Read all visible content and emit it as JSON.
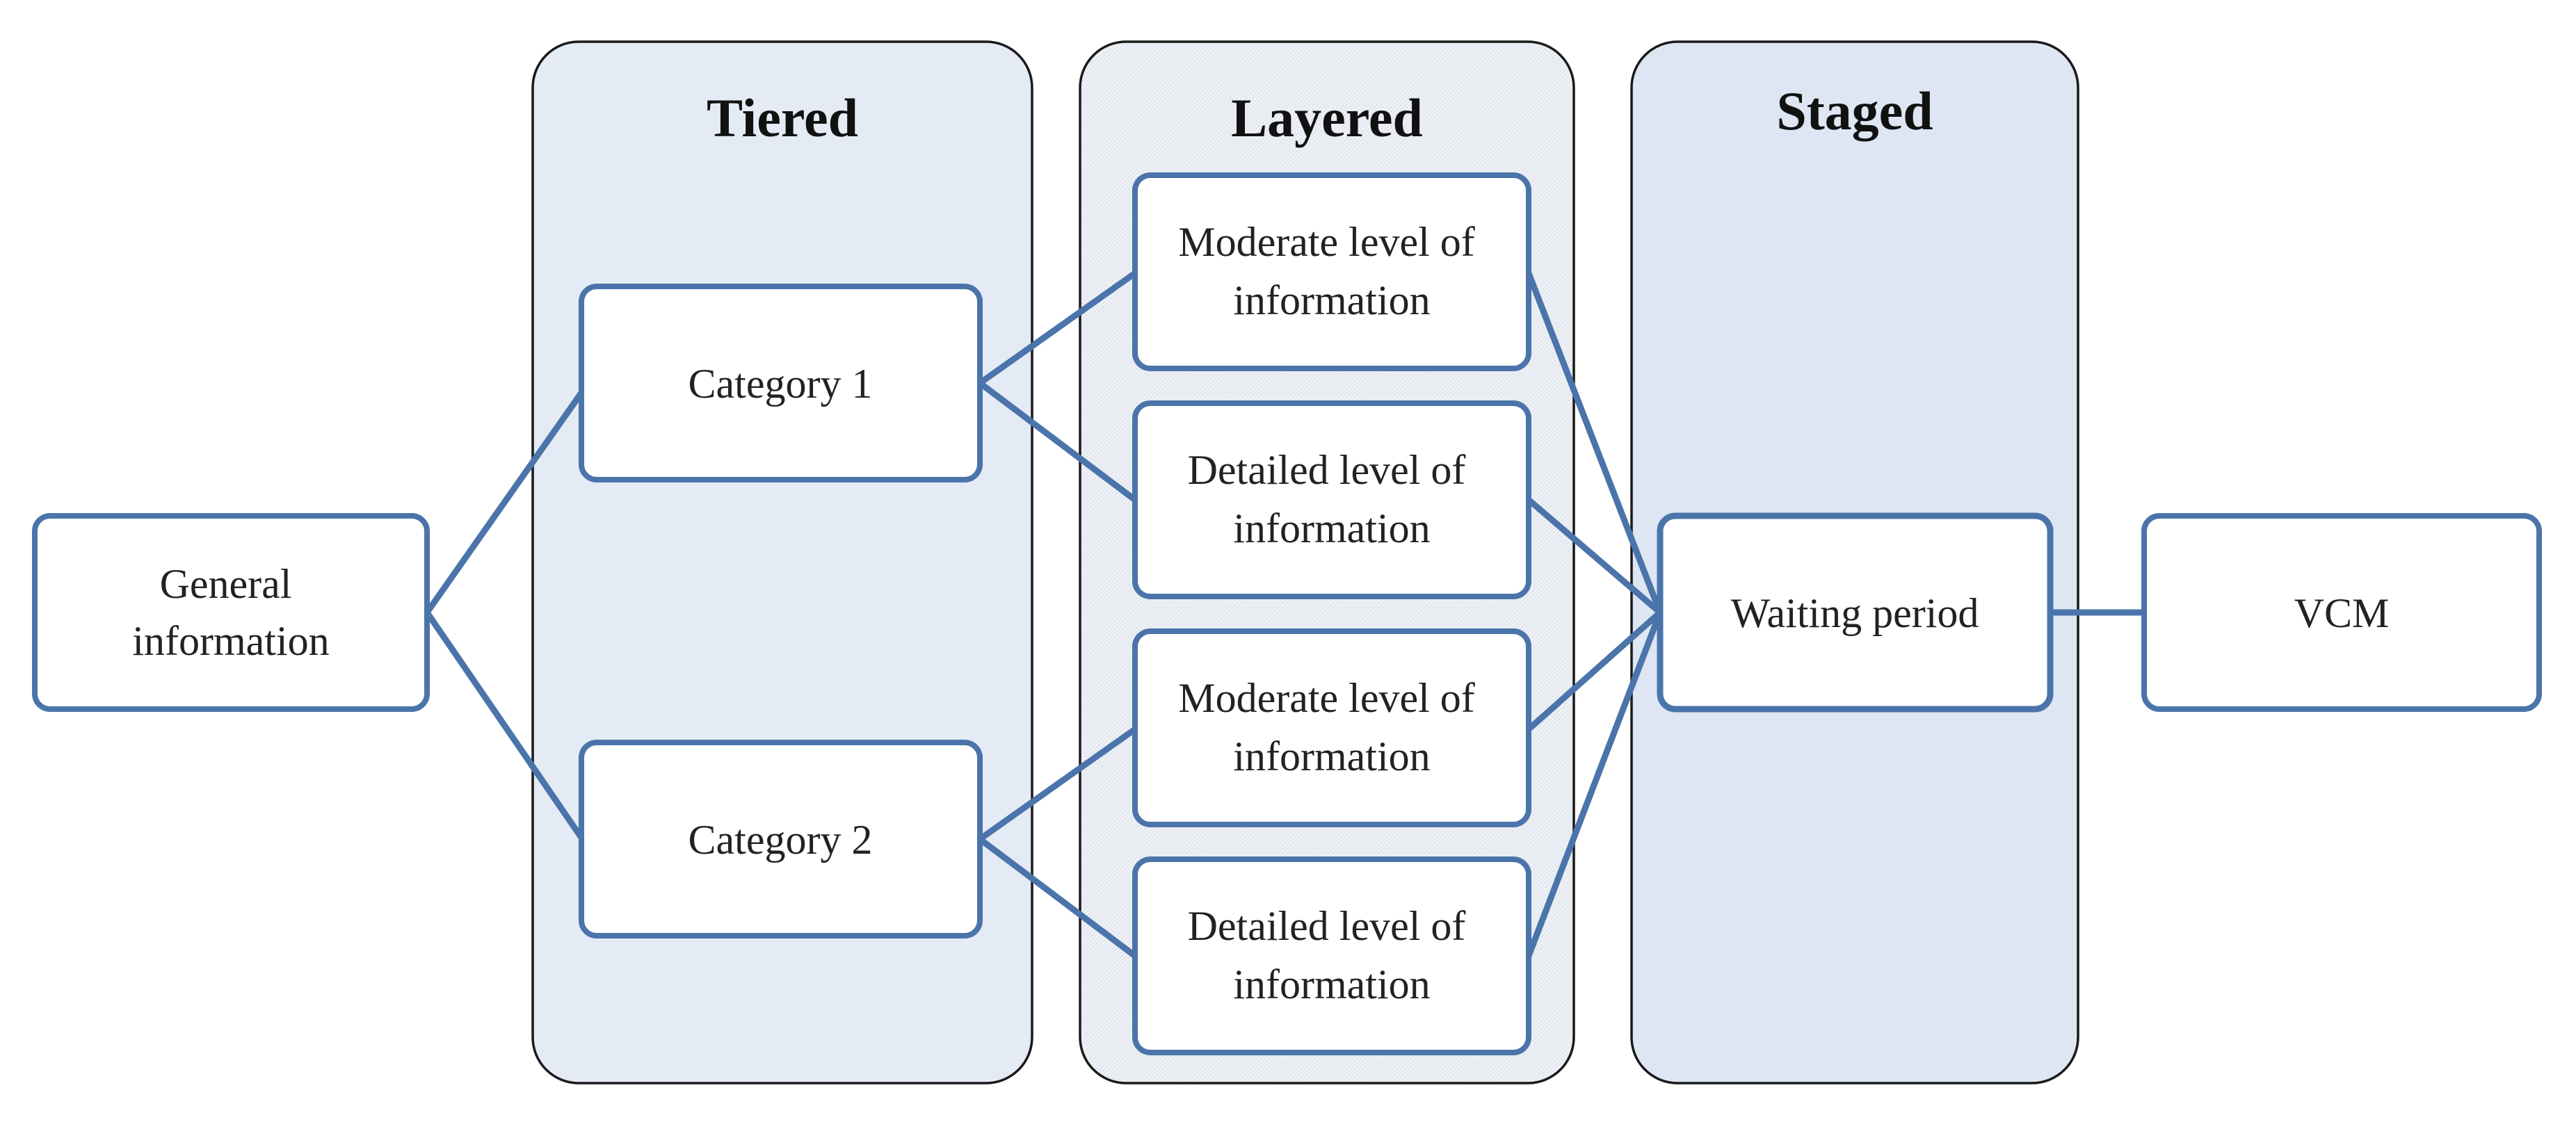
{
  "diagram": {
    "phases": {
      "tiered": "Tiered",
      "layered": "Layered",
      "staged": "Staged"
    },
    "nodes": {
      "general": [
        "General",
        "information"
      ],
      "category1": [
        "Category 1"
      ],
      "category2": [
        "Category 2"
      ],
      "moderate1": [
        "Moderate level of",
        "information"
      ],
      "detailed1": [
        "Detailed level of",
        "information"
      ],
      "moderate2": [
        "Moderate level of",
        "information"
      ],
      "detailed2": [
        "Detailed level of",
        "information"
      ],
      "waiting": [
        "Waiting period"
      ],
      "vcm": [
        "VCM"
      ]
    },
    "colors": {
      "node_border": "#4a74aa",
      "edge": "#4a74aa",
      "panel_fill": "#e4ebf5",
      "panel_border": "#1a1a1a",
      "node_fill": "#ffffff"
    }
  }
}
